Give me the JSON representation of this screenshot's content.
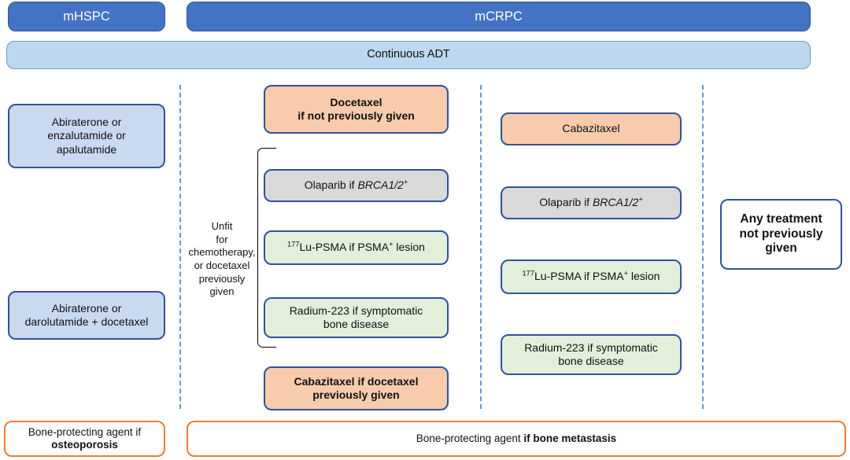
{
  "header": {
    "mhspc_label": "mHSPC",
    "mcrpc_label": "mCRPC",
    "adt_label": "Continuous ADT"
  },
  "colors": {
    "banner_dark": "#4472C4",
    "banner_light": "#BDD7EE",
    "box_border": "#2F5496",
    "box_blue": "#C9D9F0",
    "box_peach": "#F7CBAC",
    "box_grey": "#D9D9D9",
    "box_green": "#E2EFDA",
    "divider": "#5B9BD5",
    "orange": "#ED7D31"
  },
  "mhspc_column": {
    "boxes": [
      {
        "line1": "Abiraterone or",
        "line2": "enzalutamide or",
        "line3": "apalutamide"
      },
      {
        "line1": "Abiraterone or",
        "line2": "darolutamide + docetaxel"
      }
    ]
  },
  "unfit_label": {
    "lines": [
      "Unfit",
      "for",
      "chemotherapy,",
      "or docetaxel",
      "previously",
      "given"
    ]
  },
  "mcrpc_first_line": {
    "docetaxel": {
      "line1": "Docetaxel",
      "line2": "if not previously given"
    },
    "olaparib": {
      "prefix": "Olaparib if ",
      "gene": "BRCA1/2",
      "sup": "+"
    },
    "lupsma": {
      "iso": "177",
      "prefix": "Lu-PSMA if PSMA",
      "sup": "+",
      "suffix": " lesion"
    },
    "radium": {
      "line1": "Radium-223 if symptomatic",
      "line2": "bone disease"
    },
    "cabazitaxel": {
      "line1": "Cabazitaxel if docetaxel",
      "line2": "previously given"
    }
  },
  "mcrpc_second_line": {
    "cabazitaxel": {
      "label": "Cabazitaxel"
    },
    "olaparib": {
      "prefix": "Olaparib if ",
      "gene": "BRCA1/2",
      "sup": "+"
    },
    "lupsma": {
      "iso": "177",
      "prefix": "Lu-PSMA if PSMA",
      "sup": "+",
      "suffix": " lesion"
    },
    "radium": {
      "line1": "Radium-223 if symptomatic",
      "line2": "bone disease"
    }
  },
  "mcrpc_later_line": {
    "any_treatment": {
      "line1": "Any treatment",
      "line2": "not previously",
      "line3": "given"
    }
  },
  "bottom": {
    "osteoporosis": {
      "normal": "Bone-protecting agent if ",
      "bold": "osteoporosis"
    },
    "bone_metastasis": {
      "normal": "Bone-protecting agent ",
      "bold": "if bone metastasis"
    }
  }
}
